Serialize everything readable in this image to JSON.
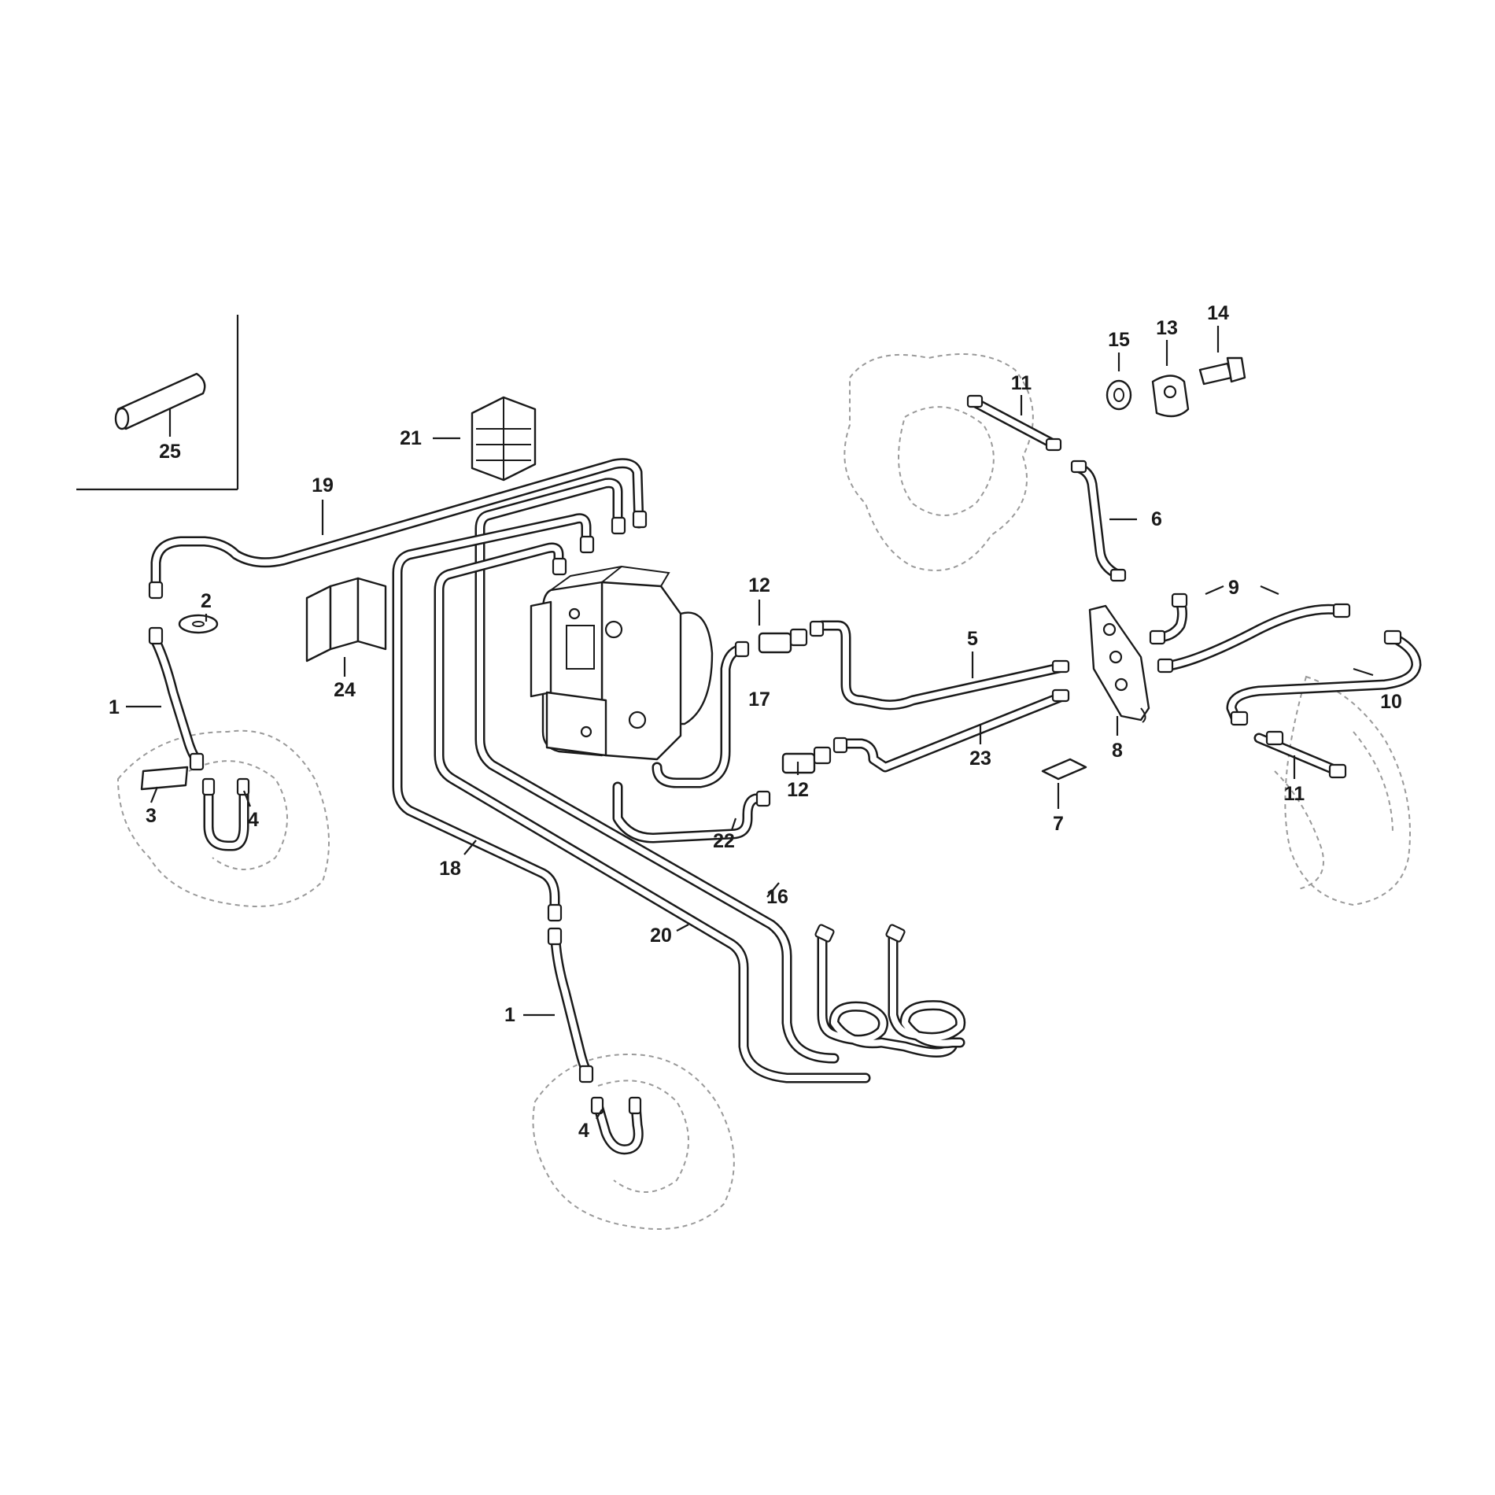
{
  "callouts": [
    {
      "id": "c25a",
      "label": "25"
    },
    {
      "id": "c21",
      "label": "21"
    },
    {
      "id": "c19",
      "label": "19"
    },
    {
      "id": "c2",
      "label": "2"
    },
    {
      "id": "c24",
      "label": "24"
    },
    {
      "id": "c1a",
      "label": "1"
    },
    {
      "id": "c3",
      "label": "3"
    },
    {
      "id": "c4a",
      "label": "4"
    },
    {
      "id": "c17",
      "label": "17"
    },
    {
      "id": "c12a",
      "label": "12"
    },
    {
      "id": "c12b",
      "label": "12"
    },
    {
      "id": "c5",
      "label": "5"
    },
    {
      "id": "c23",
      "label": "23"
    },
    {
      "id": "c22",
      "label": "22"
    },
    {
      "id": "c18",
      "label": "18"
    },
    {
      "id": "c16",
      "label": "16"
    },
    {
      "id": "c20",
      "label": "20"
    },
    {
      "id": "c1b",
      "label": "1"
    },
    {
      "id": "c4b",
      "label": "4"
    },
    {
      "id": "c11a",
      "label": "11"
    },
    {
      "id": "c6",
      "label": "6"
    },
    {
      "id": "c15",
      "label": "15"
    },
    {
      "id": "c13",
      "label": "13"
    },
    {
      "id": "c14",
      "label": "14"
    },
    {
      "id": "c9",
      "label": "9"
    },
    {
      "id": "c10",
      "label": "10"
    },
    {
      "id": "c8",
      "label": "8"
    },
    {
      "id": "c7",
      "label": "7"
    },
    {
      "id": "c11b",
      "label": "11"
    }
  ]
}
